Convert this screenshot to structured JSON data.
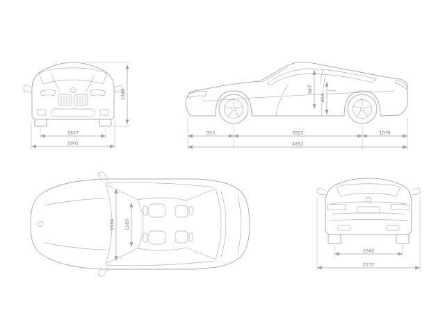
{
  "colors": {
    "background": "#ffffff",
    "car-line": "#a8aeb6",
    "dim-line": "#99a1a8",
    "label": "#6e747b"
  },
  "dimensions": {
    "front_view": {
      "height": "1346",
      "front_track": "1627",
      "overall_width": "1902"
    },
    "side_view": {
      "front_overhang": "953",
      "wheelbase": "2822",
      "rear_overhang": "1076",
      "overall_length": "4851",
      "headroom_front": "987",
      "headroom_rear": "854"
    },
    "top_view": {
      "interior_width_front": "1534",
      "interior_width_rear": "1185"
    },
    "rear_view": {
      "rear_track": "1642",
      "width_incl_mirrors": "2137"
    }
  }
}
